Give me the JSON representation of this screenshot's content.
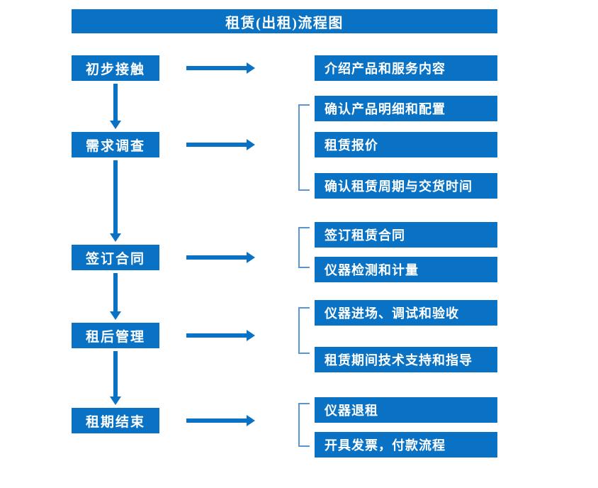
{
  "diagram": {
    "title": "租赁(出租)流程图",
    "colors": {
      "box_blue": "#0a72c4",
      "bracket_blue": "#5a97d2",
      "text_white": "#ffffff",
      "background": "#ffffff"
    },
    "stages": [
      {
        "id": "stage-1",
        "label": "初步接触"
      },
      {
        "id": "stage-2",
        "label": "需求调查"
      },
      {
        "id": "stage-3",
        "label": "签订合同"
      },
      {
        "id": "stage-4",
        "label": "租后管理"
      },
      {
        "id": "stage-5",
        "label": "租期结束"
      }
    ],
    "details": [
      {
        "id": "detail-1-1",
        "label": "介绍产品和服务内容"
      },
      {
        "id": "detail-2-1",
        "label": "确认产品明细和配置"
      },
      {
        "id": "detail-2-2",
        "label": "租赁报价"
      },
      {
        "id": "detail-2-3",
        "label": "确认租赁周期与交货时间"
      },
      {
        "id": "detail-3-1",
        "label": "签订租赁合同"
      },
      {
        "id": "detail-3-2",
        "label": "仪器检测和计量"
      },
      {
        "id": "detail-4-1",
        "label": "仪器进场、调试和验收"
      },
      {
        "id": "detail-4-2",
        "label": "租赁期间技术支持和指导"
      },
      {
        "id": "detail-5-1",
        "label": "仪器退租"
      },
      {
        "id": "detail-5-2",
        "label": "开具发票，付款流程"
      }
    ],
    "connectors": {
      "horizontal_arrow_icon": "arrow-right-icon",
      "vertical_arrow_icon": "arrow-down-icon",
      "bracket_icon": "brace-left-icon"
    }
  }
}
